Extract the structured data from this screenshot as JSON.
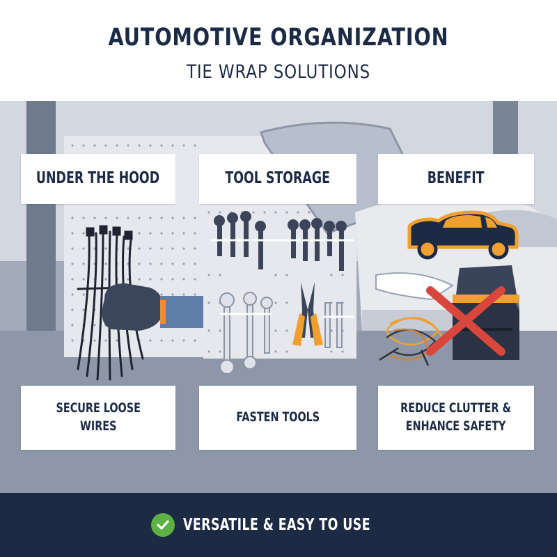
{
  "header": {
    "title": "AUTOMOTIVE ORGANIZATION",
    "subtitle": "TIE WRAP SOLUTIONS"
  },
  "cards": {
    "top": [
      "UNDER THE HOOD",
      "TOOL STORAGE",
      "BENEFIT"
    ],
    "bottom": [
      "SECURE LOOSE\nWIRES",
      "FASTEN TOOLS",
      "REDUCE CLUTTER &\nENHANCE SAFETY"
    ]
  },
  "footer": {
    "text": "VERSATILE & EASY TO USE"
  },
  "icons": [
    "zip-ties-icon",
    "gloved-hand-icon",
    "wrench-icon",
    "pliers-icon",
    "car-icon",
    "toolbox-icon",
    "x-mark-icon",
    "check-icon"
  ],
  "colors": {
    "navy": "#1b2a45",
    "accent_orange": "#f0a030",
    "check_green": "#5cb145",
    "x_red": "#d9463c"
  }
}
